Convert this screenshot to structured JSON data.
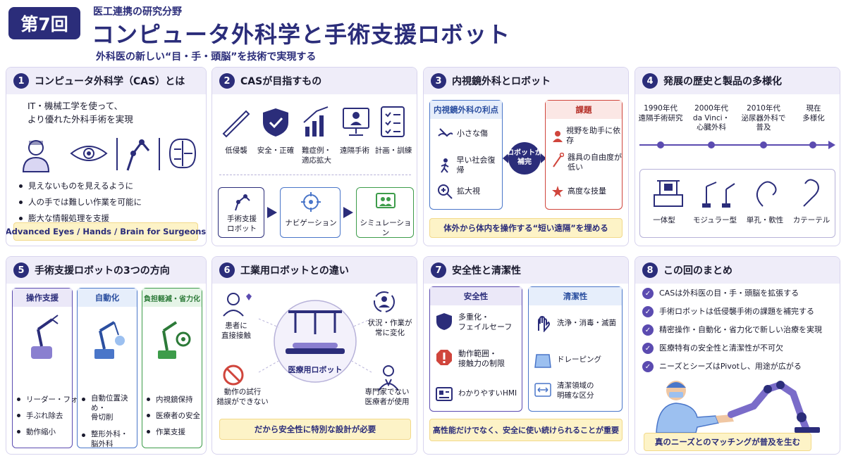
{
  "header": {
    "badge": "第7回",
    "kicker": "医工連携の研究分野",
    "title": "コンピュータ外科学と手術支援ロボット",
    "subtitle": "外科医の新しい“目・手・頭脳”を技術で実現する"
  },
  "s1": {
    "num": "1",
    "title": "コンピュータ外科学（CAS）とは",
    "lead1": "IT・機械工学を使って、",
    "lead2": "より優れた外科手術を実現",
    "bullets": [
      "見えないものを見えるように",
      "人の手では難しい作業を可能に",
      "膨大な情報処理を支援"
    ],
    "banner": "Advanced Eyes / Hands / Brain for Surgeons"
  },
  "s2": {
    "num": "2",
    "title": "CASが目指すもの",
    "items": [
      "低侵襲",
      "安全・正確",
      "難症例・\n適応拡大",
      "遠隔手術",
      "計画・訓練"
    ],
    "flow": [
      "手術支援\nロボット",
      "ナビゲーション",
      "シミュレーション"
    ]
  },
  "s3": {
    "num": "3",
    "title": "内視鏡外科とロボット",
    "left_head": "内視鏡外科の利点",
    "left_items": [
      "小さな傷",
      "早い社会復帰",
      "拡大視"
    ],
    "center": "ロボットが\n補完",
    "right_head": "課題",
    "right_items": [
      "視野を助手に依存",
      "器具の自由度が\n低い",
      "高度な技量"
    ],
    "banner": "体外から体内を操作する“短い遠隔”を埋める"
  },
  "s4": {
    "num": "4",
    "title": "発展の歴史と製品の多様化",
    "timeline": [
      "1990年代\n遠隔手術研究",
      "2000年代\nda Vinci・\n心臓外科",
      "2010年代\n泌尿器外科で\n普及",
      "現在\n多様化"
    ],
    "types": [
      "一体型",
      "モジュラー型",
      "単孔・軟性",
      "カテーテル"
    ]
  },
  "s5": {
    "num": "5",
    "title": "手術支援ロボットの3つの方向",
    "cols": [
      {
        "head": "操作支援",
        "items": [
          "リーダー・フォロワー",
          "手ぶれ除去",
          "動作縮小"
        ]
      },
      {
        "head": "自動化",
        "items": [
          "自動位置決め・\n骨切削",
          "整形外科・\n脳外科"
        ]
      },
      {
        "head": "負担軽減・省力化",
        "items": [
          "内視鏡保持",
          "医療者の安全",
          "作業支援"
        ]
      }
    ]
  },
  "s6": {
    "num": "6",
    "title": "工業用ロボットとの違い",
    "center": "医療用ロボット",
    "points": [
      "患者に\n直接接触",
      "状況・作業が\n常に変化",
      "動作の試行\n錯誤ができない",
      "専門家でない\n医療者が使用"
    ],
    "banner": "だから安全性に特別な設計が必要"
  },
  "s7": {
    "num": "7",
    "title": "安全性と清潔性",
    "safety_head": "安全性",
    "safety_items": [
      "多重化・\nフェイルセーフ",
      "動作範囲・\n接触力の制限",
      "わかりやすいHMI"
    ],
    "clean_head": "清潔性",
    "clean_items": [
      "洗浄・消毒・滅菌",
      "ドレーピング",
      "清潔領域の\n明確な区分"
    ],
    "banner": "高性能だけでなく、安全に使い続けられることが重要"
  },
  "s8": {
    "num": "8",
    "title": "この回のまとめ",
    "points": [
      "CASは外科医の目・手・頭脳を拡張する",
      "手術ロボットは低侵襲手術の課題を補完する",
      "精密操作・自動化・省力化で新しい治療を実現",
      "医療特有の安全性と清潔性が不可欠",
      "ニーズとシーズはPivotし、用途が広がる"
    ],
    "banner": "真のニーズとのマッチングが普及を生む"
  },
  "colors": {
    "navy": "#2b2d7a",
    "accent": "#5b4bb0",
    "banner": "#fdf3c7",
    "red": "#d0453c",
    "blue": "#4a76c9",
    "green": "#3d9c4a"
  }
}
